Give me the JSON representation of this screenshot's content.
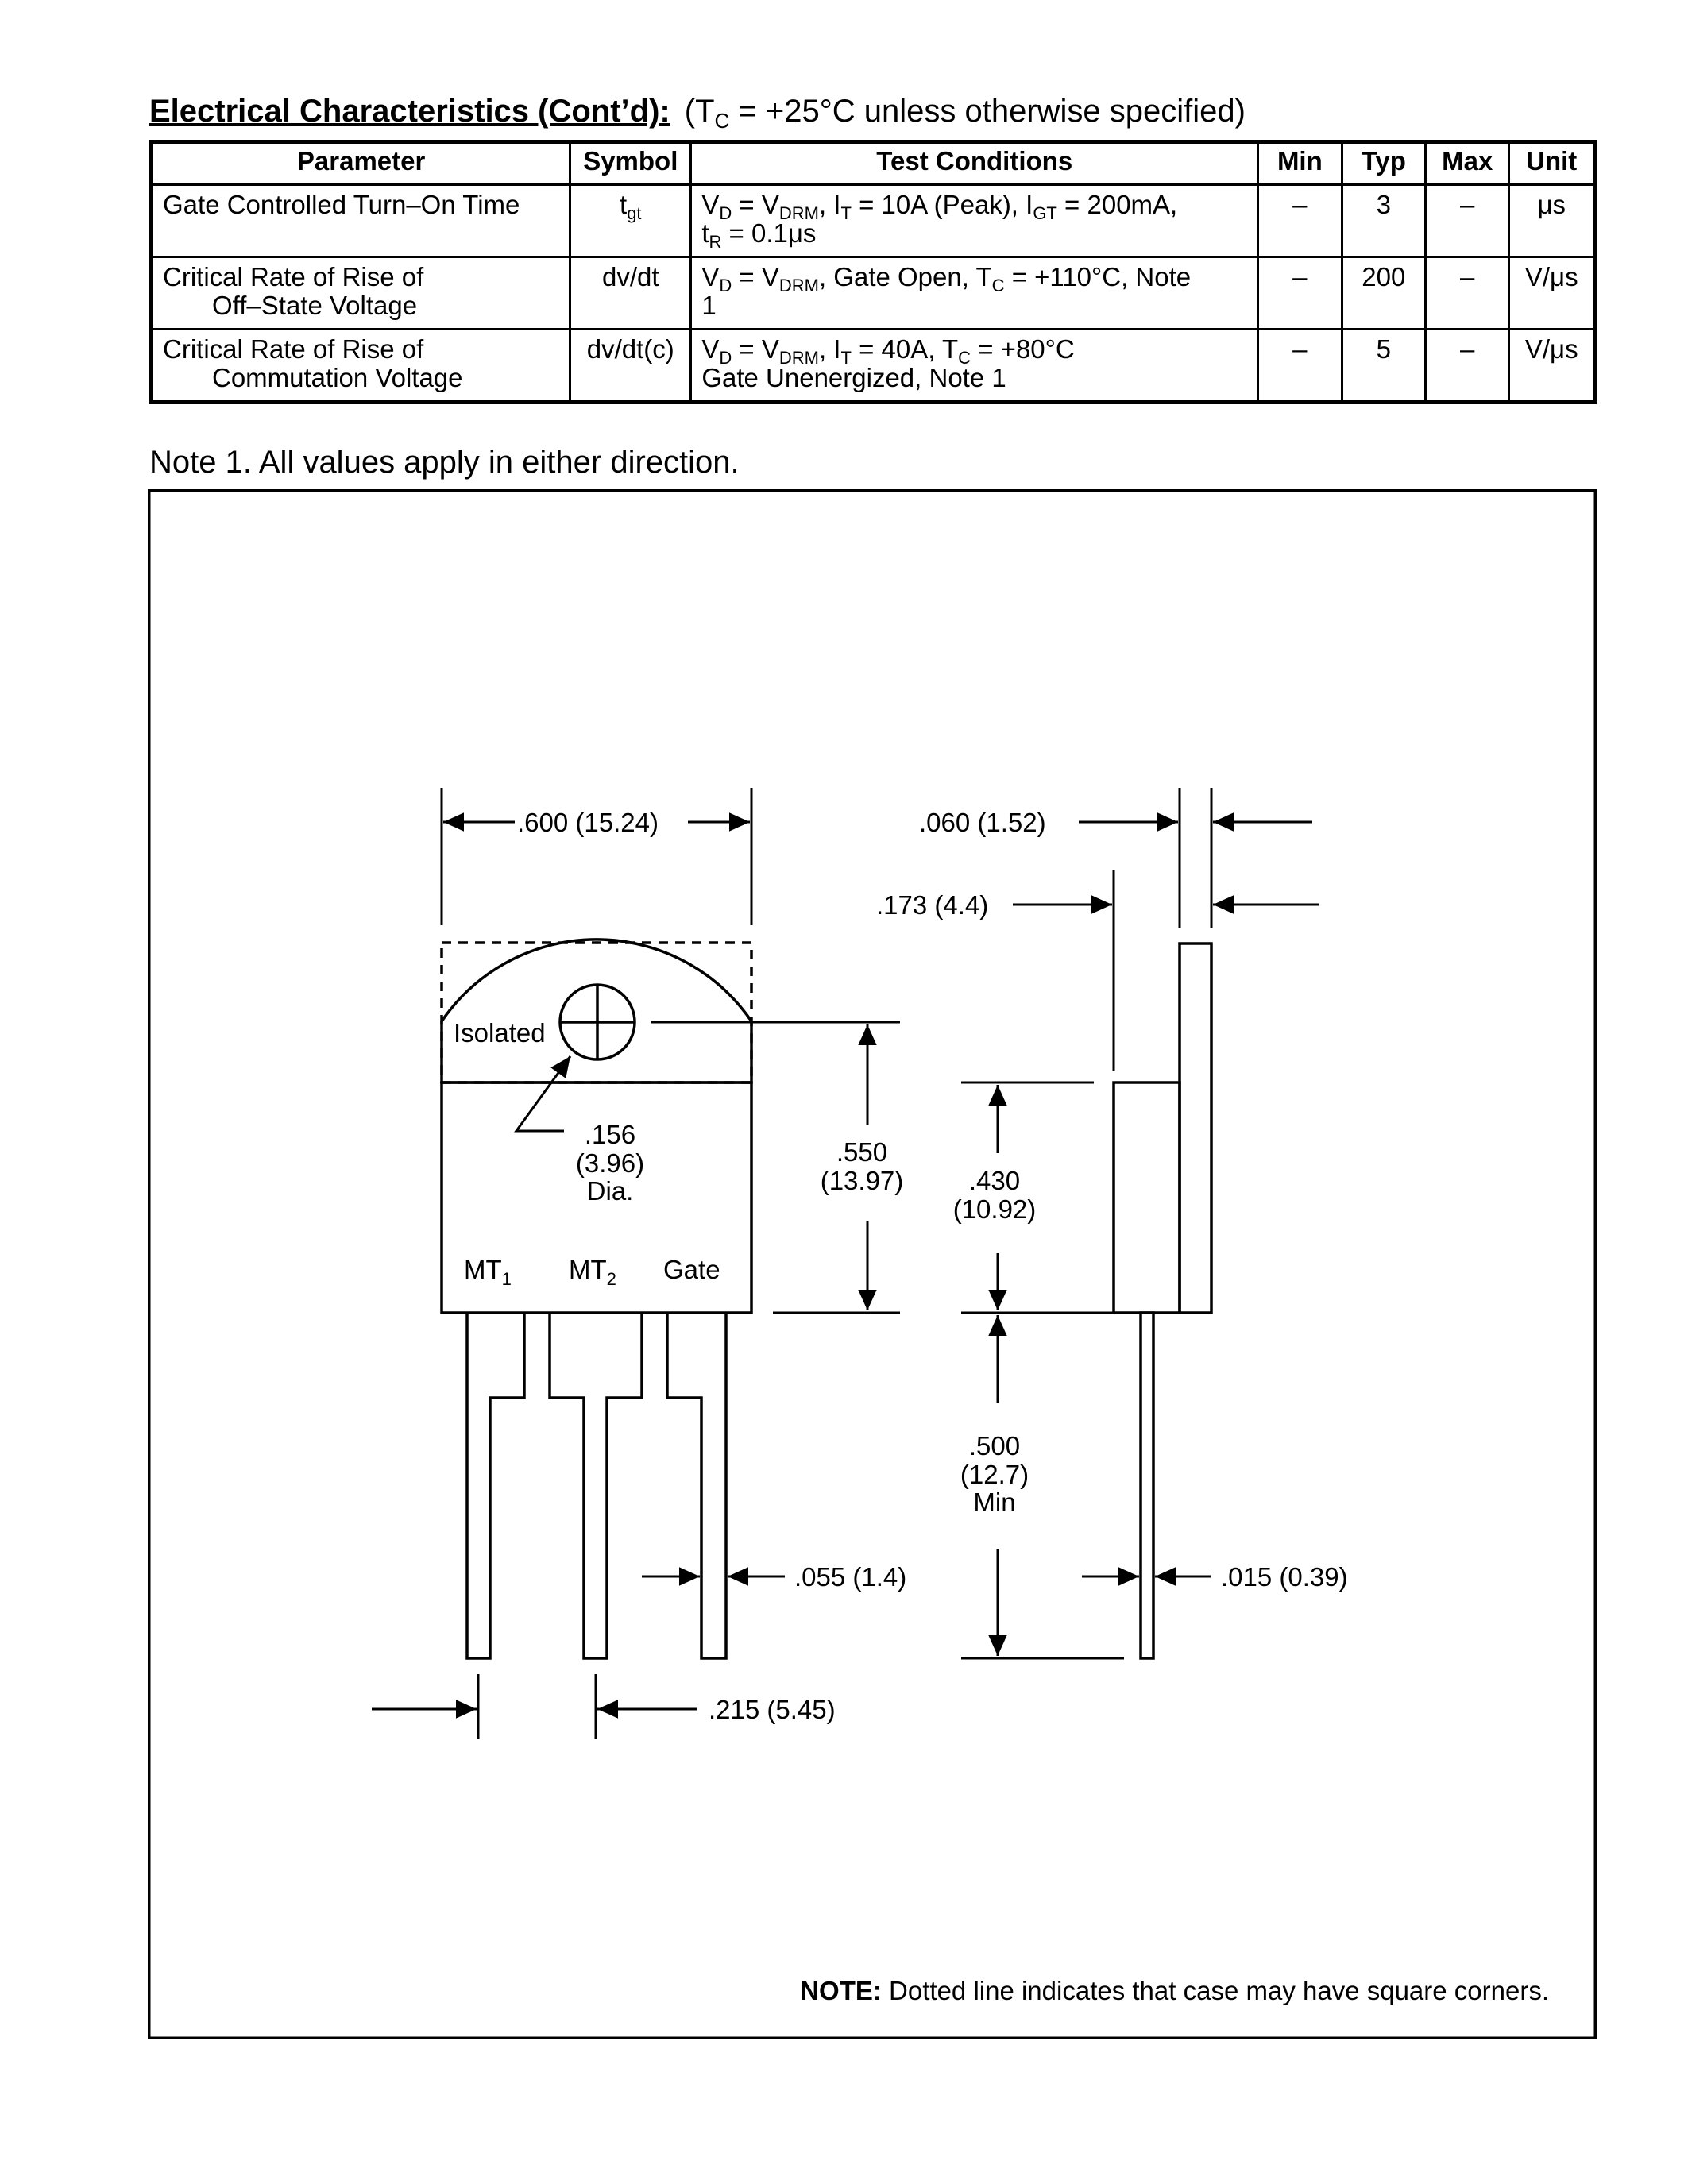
{
  "heading": {
    "title": "Electrical Characteristics (Cont’d):",
    "cond_prefix": "(T",
    "cond_sub": "C",
    "cond_suffix": " = +25°C unless otherwise specified)"
  },
  "table": {
    "headers": [
      "Parameter",
      "Symbol",
      "Test Conditions",
      "Min",
      "Typ",
      "Max",
      "Unit"
    ],
    "rows": [
      {
        "param_l1": "Gate Controlled Turn–On Time",
        "param_l2": "",
        "symbol_main": "t",
        "symbol_sub": "gt",
        "cond_l1": [
          [
            "V",
            ""
          ],
          [
            "D",
            "sub"
          ],
          [
            " = V",
            ""
          ],
          [
            "DRM",
            "sub"
          ],
          [
            ", I",
            ""
          ],
          [
            "T",
            "sub"
          ],
          [
            " = 10A (Peak), I",
            ""
          ],
          [
            "GT",
            "sub"
          ],
          [
            " = 200mA,",
            ""
          ]
        ],
        "cond_l2": [
          [
            "t",
            ""
          ],
          [
            "R",
            "sub"
          ],
          [
            " = 0.1μs",
            ""
          ]
        ],
        "min": "–",
        "typ": "3",
        "max": "–",
        "unit": "μs"
      },
      {
        "param_l1": "Critical Rate of Rise of",
        "param_l2": "Off–State Voltage",
        "symbol_main": "dv/dt",
        "symbol_sub": "",
        "cond_l1": [
          [
            "V",
            ""
          ],
          [
            "D",
            "sub"
          ],
          [
            " = V",
            ""
          ],
          [
            "DRM",
            "sub"
          ],
          [
            ", Gate Open, T",
            ""
          ],
          [
            "C",
            "sub"
          ],
          [
            " = +110°C, Note",
            ""
          ]
        ],
        "cond_l2": [
          [
            "1",
            ""
          ]
        ],
        "min": "–",
        "typ": "200",
        "max": "–",
        "unit": "V/μs"
      },
      {
        "param_l1": "Critical Rate of Rise of",
        "param_l2": "Commutation Voltage",
        "symbol_main": "dv/dt(c)",
        "symbol_sub": "",
        "cond_l1": [
          [
            "V",
            ""
          ],
          [
            "D",
            "sub"
          ],
          [
            " = V",
            ""
          ],
          [
            "DRM",
            "sub"
          ],
          [
            ", I",
            ""
          ],
          [
            "T",
            "sub"
          ],
          [
            " = 40A, T",
            ""
          ],
          [
            "C",
            "sub"
          ],
          [
            " = +80°C",
            ""
          ]
        ],
        "cond_l2": [
          [
            "Gate Unenergized, Note 1",
            ""
          ]
        ],
        "min": "–",
        "typ": "5",
        "max": "–",
        "unit": "V/μs"
      }
    ]
  },
  "note1": "Note  1. All values apply in either direction.",
  "drawing": {
    "dim_width": ".600 (15.24)",
    "dim_tab_thickness": ".060 (1.52)",
    "dim_body_thickness": ".173 (4.4)",
    "label_isolated": "Isolated",
    "hole_l1": ".156",
    "hole_l2": "(3.96)",
    "hole_l3": "Dia.",
    "dim_height_l1": ".550",
    "dim_height_l2": "(13.97)",
    "dim_body_l1": ".430",
    "dim_body_l2": "(10.92)",
    "dim_lead_l1": ".500",
    "dim_lead_l2": "(12.7)",
    "dim_lead_l3": "Min",
    "dim_lead_width": ".055 (1.4)",
    "dim_lead_thick": ".015 (0.39)",
    "dim_pitch": ".215 (5.45)",
    "pin1": "MT",
    "pin1_sub": "1",
    "pin2": "MT",
    "pin2_sub": "2",
    "pin3": "Gate",
    "note_bold": "NOTE:",
    "note_text": " Dotted line indicates that case may have square corners."
  }
}
